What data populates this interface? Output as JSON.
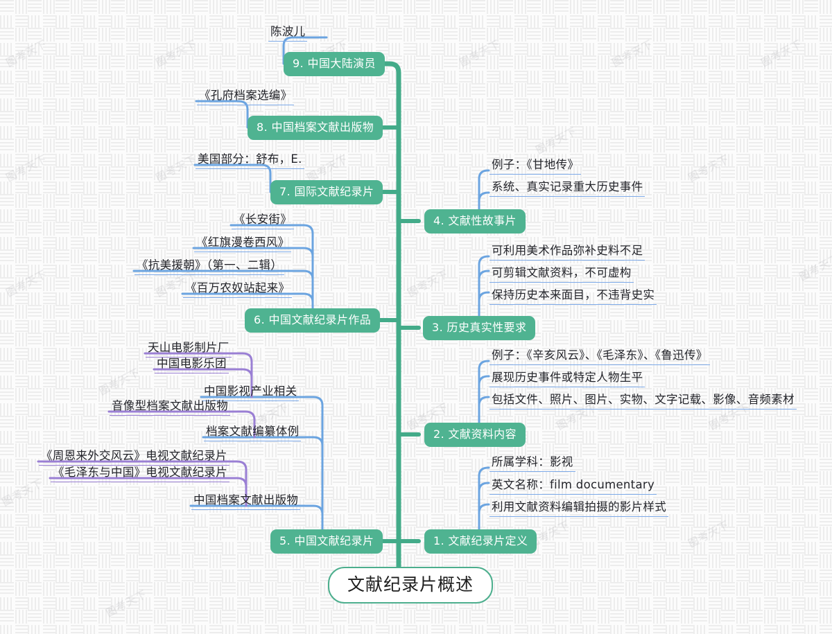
{
  "document": {
    "type": "mindmap",
    "root_label": "文献纪录片概述",
    "watermark_text": "图考天下",
    "colors": {
      "branch_fill": "#4fb391",
      "root_border": "#4cae8d",
      "trunk": "#43ab89",
      "connector_blue": "#6ba4e0",
      "connector_purple": "#9a7fd4",
      "leaf_underline_blue": "#7ca9e8",
      "leaf_underline_purple": "#9a7fd4",
      "background": "#fcfcfc"
    }
  },
  "branches": {
    "b1": {
      "label": "1. 文献纪录片定义"
    },
    "b2": {
      "label": "2. 文献资料内容"
    },
    "b3": {
      "label": "3. 历史真实性要求"
    },
    "b4": {
      "label": "4. 文献性故事片"
    },
    "b5": {
      "label": "5. 中国文献纪录片"
    },
    "b6": {
      "label": "6. 中国文献纪录片作品"
    },
    "b7": {
      "label": "7. 国际文献纪录片"
    },
    "b8": {
      "label": "8. 中国档案文献出版物"
    },
    "b9": {
      "label": "9. 中国大陆演员"
    }
  },
  "leaves": {
    "l1a": "所属学科：影视",
    "l1b": "英文名称：film documentary",
    "l1c": "利用文献资料编辑拍摄的影片样式",
    "l2a": "例子：《辛亥风云》、《毛泽东》、《鲁迅传》",
    "l2b": "展现历史事件或特定人物生平",
    "l2c": "包括文件、照片、图片、实物、文字记载、影像、音频素材",
    "l3a": "可利用美术作品弥补史料不足",
    "l3b": "可剪辑文献资料，不可虚构",
    "l3c": "保持历史本来面目，不违背史实",
    "l4a": "例子：《甘地传》",
    "l4b": "系统、真实记录重大历史事件",
    "l5a": "天山电影制片厂",
    "l5b": "中国电影乐团",
    "l5c": "中国影视产业相关",
    "l5d": "音像型档案文献出版物",
    "l5e": "档案文献编纂体例",
    "l5f": "《周恩来外交风云》电视文献纪录片",
    "l5g": "《毛泽东与中国》电视文献纪录片",
    "l5h": "中国档案文献出版物",
    "l6a": "《长安街》",
    "l6b": "《红旗漫卷西风》",
    "l6c": "《抗美援朝》（第一、二辑）",
    "l6d": "《百万农奴站起来》",
    "l7a": "美国部分：舒布，E.",
    "l8a": "《孔府档案选编》",
    "l9a": "陈波儿"
  }
}
